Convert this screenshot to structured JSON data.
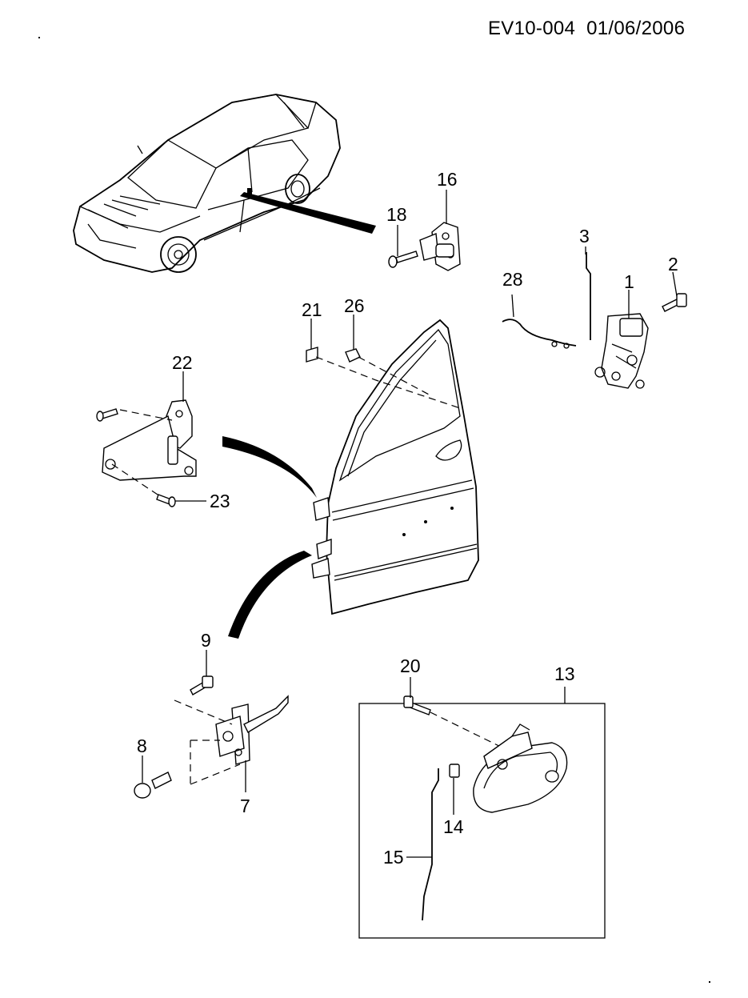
{
  "header": {
    "doc_code": "EV10-004",
    "date": "01/06/2006"
  },
  "callouts": {
    "p1": "1",
    "p2": "2",
    "p3": "3",
    "p7": "7",
    "p8": "8",
    "p9": "9",
    "p13": "13",
    "p14": "14",
    "p15": "15",
    "p16": "16",
    "p18": "18",
    "p20": "20",
    "p21": "21",
    "p22": "22",
    "p23": "23",
    "p26": "26",
    "p28": "28"
  }
}
